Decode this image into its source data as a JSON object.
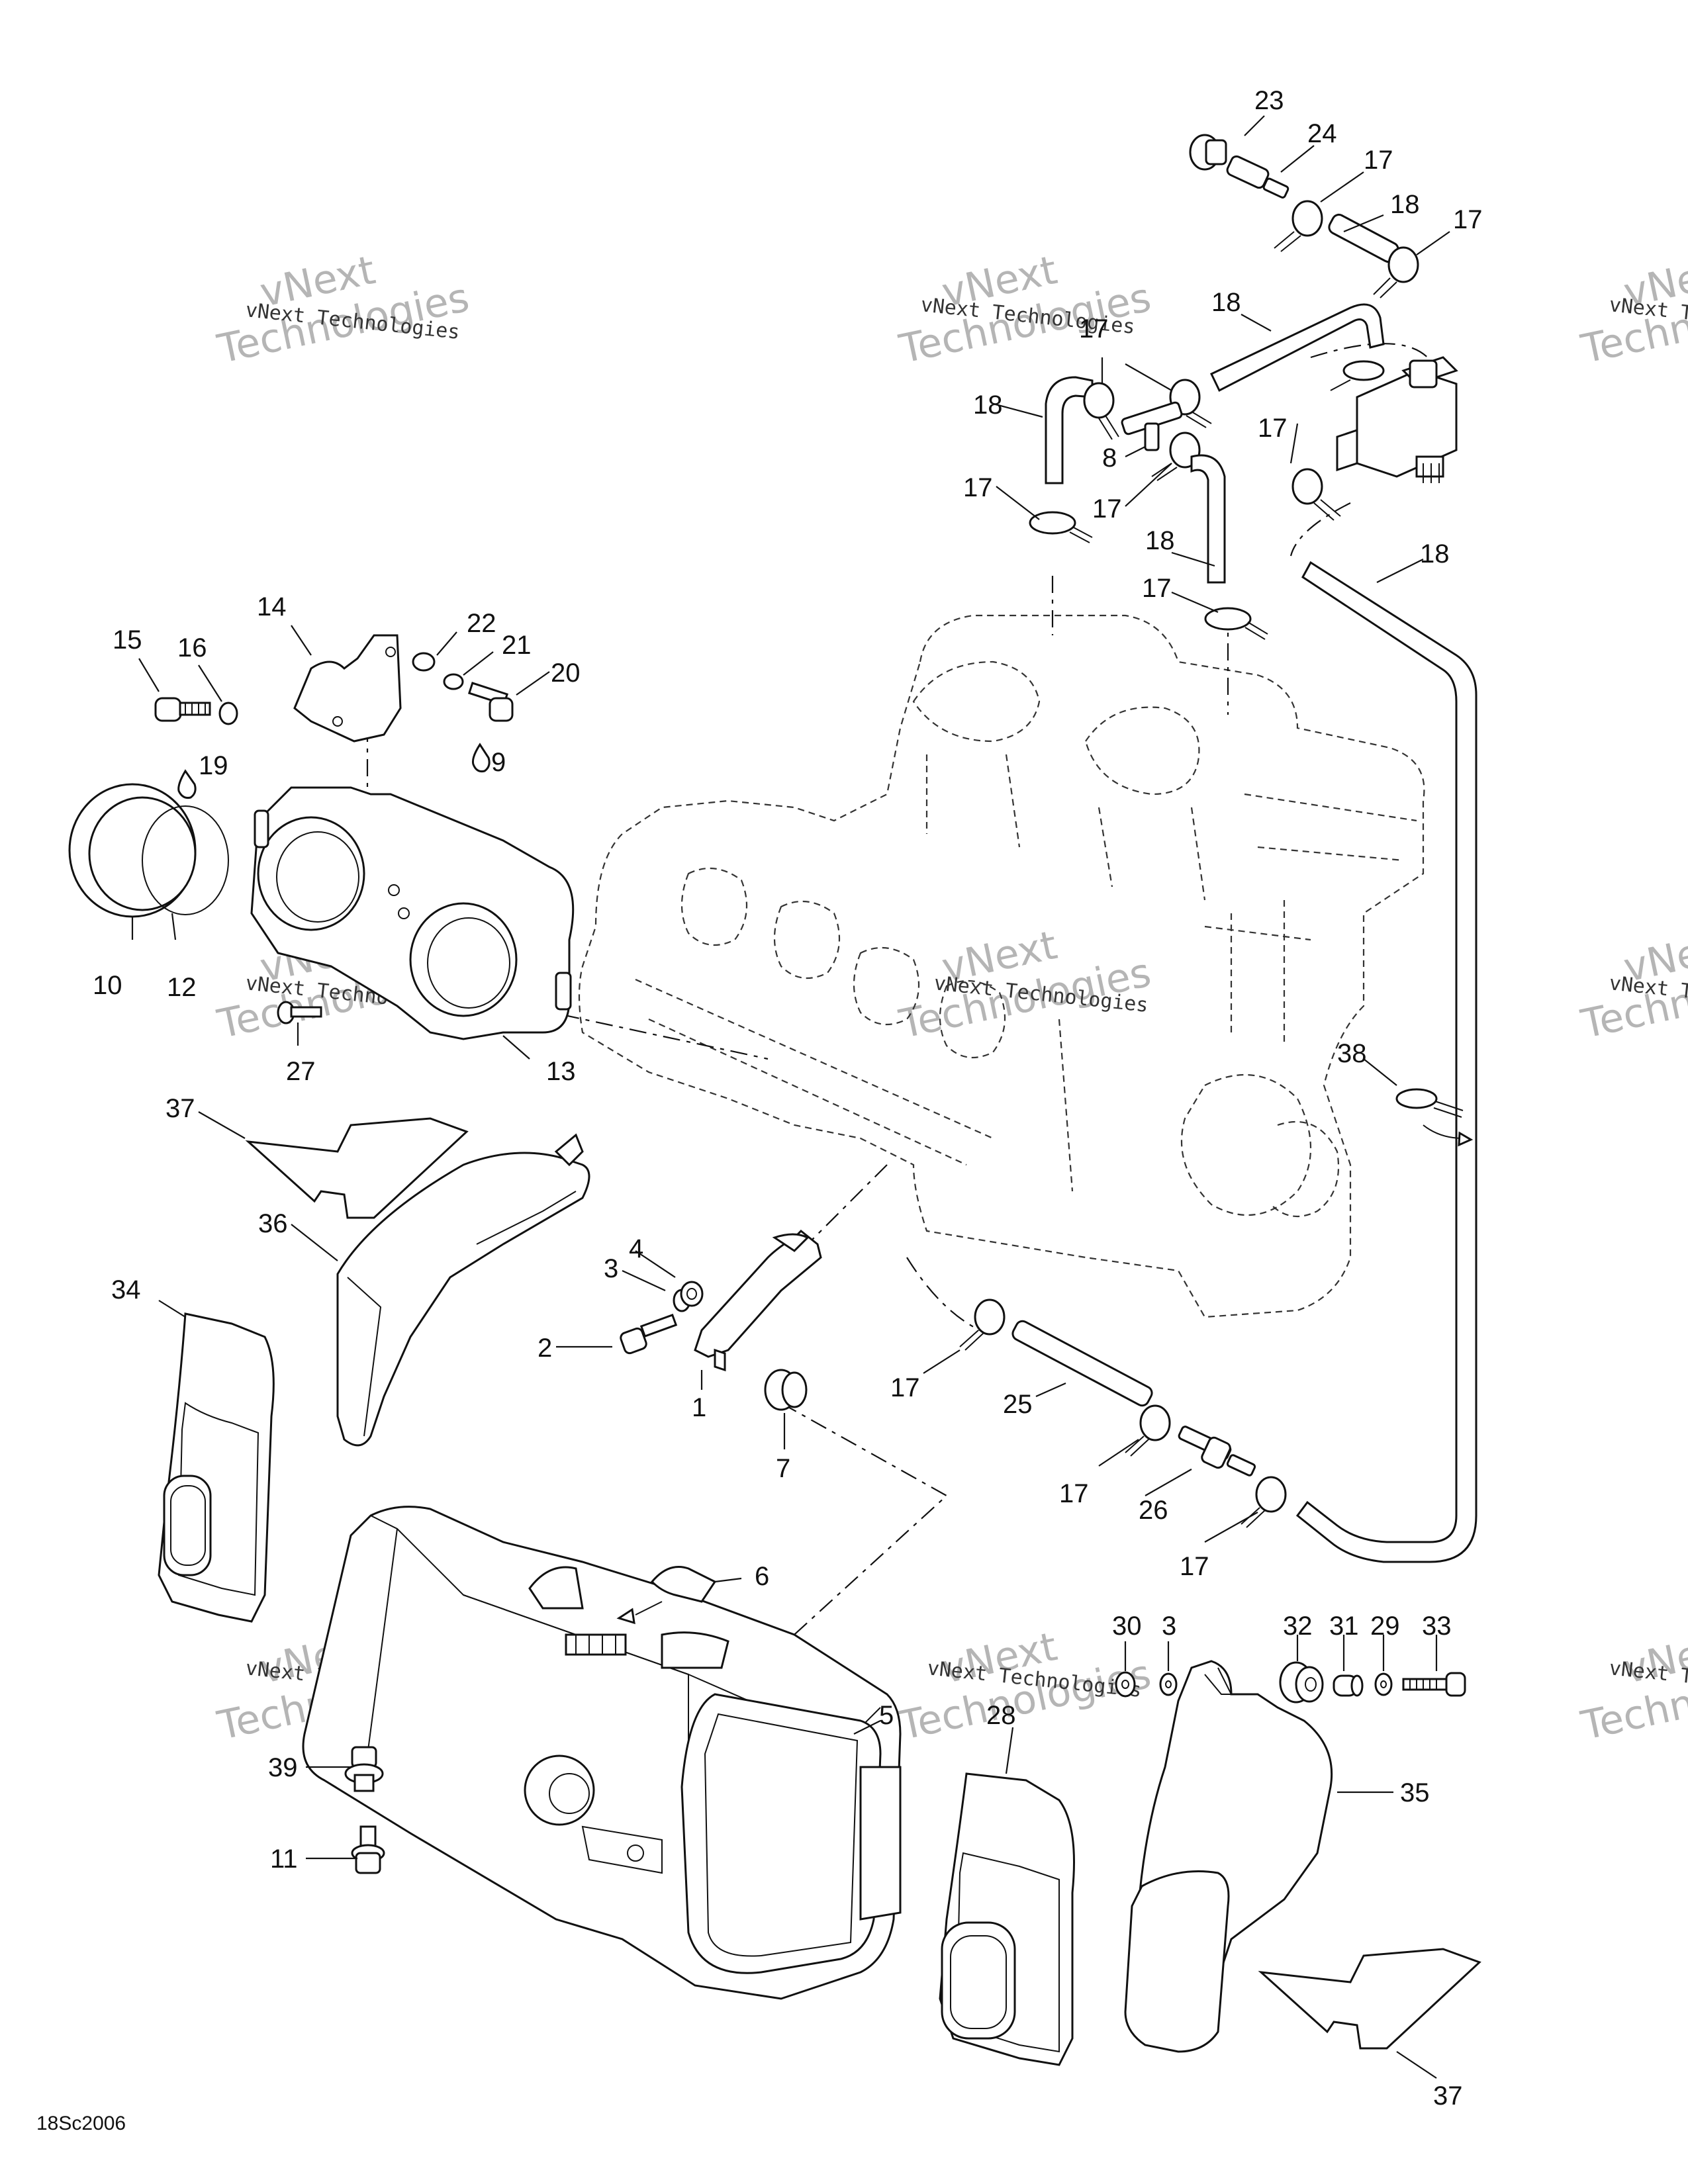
{
  "diagram": {
    "figure_code": "18Sc2006",
    "watermark": {
      "line1": "vNext",
      "line2": "Technologies",
      "small": "vNext Technologies"
    },
    "callouts": [
      {
        "id": "c23a",
        "label": "23"
      },
      {
        "id": "c24",
        "label": "24"
      },
      {
        "id": "c17a",
        "label": "17"
      },
      {
        "id": "c18a",
        "label": "18"
      },
      {
        "id": "c17b",
        "label": "17"
      },
      {
        "id": "c18b",
        "label": "18"
      },
      {
        "id": "c17c",
        "label": "17"
      },
      {
        "id": "c18c",
        "label": "18"
      },
      {
        "id": "c8",
        "label": "8"
      },
      {
        "id": "c17d",
        "label": "17"
      },
      {
        "id": "c17e",
        "label": "17"
      },
      {
        "id": "c17f",
        "label": "17"
      },
      {
        "id": "c18d",
        "label": "18"
      },
      {
        "id": "c17g",
        "label": "17"
      },
      {
        "id": "c18e",
        "label": "18"
      },
      {
        "id": "c14",
        "label": "14"
      },
      {
        "id": "c15",
        "label": "15"
      },
      {
        "id": "c16",
        "label": "16"
      },
      {
        "id": "c22",
        "label": "22"
      },
      {
        "id": "c21",
        "label": "21"
      },
      {
        "id": "c20",
        "label": "20"
      },
      {
        "id": "c9",
        "label": "9"
      },
      {
        "id": "c19",
        "label": "19"
      },
      {
        "id": "c10",
        "label": "10"
      },
      {
        "id": "c12",
        "label": "12"
      },
      {
        "id": "c27",
        "label": "27"
      },
      {
        "id": "c13",
        "label": "13"
      },
      {
        "id": "c37a",
        "label": "37"
      },
      {
        "id": "c38",
        "label": "38"
      },
      {
        "id": "c36",
        "label": "36"
      },
      {
        "id": "c34",
        "label": "34"
      },
      {
        "id": "c4",
        "label": "4"
      },
      {
        "id": "c3a",
        "label": "3"
      },
      {
        "id": "c2",
        "label": "2"
      },
      {
        "id": "c1",
        "label": "1"
      },
      {
        "id": "c7",
        "label": "7"
      },
      {
        "id": "c17h",
        "label": "17"
      },
      {
        "id": "c25",
        "label": "25"
      },
      {
        "id": "c17i",
        "label": "17"
      },
      {
        "id": "c26",
        "label": "26"
      },
      {
        "id": "c17j",
        "label": "17"
      },
      {
        "id": "c6",
        "label": "6"
      },
      {
        "id": "c30",
        "label": "30"
      },
      {
        "id": "c3b",
        "label": "3"
      },
      {
        "id": "c32",
        "label": "32"
      },
      {
        "id": "c31",
        "label": "31"
      },
      {
        "id": "c29",
        "label": "29"
      },
      {
        "id": "c33",
        "label": "33"
      },
      {
        "id": "c5",
        "label": "5"
      },
      {
        "id": "c28",
        "label": "28"
      },
      {
        "id": "c35",
        "label": "35"
      },
      {
        "id": "c39",
        "label": "39"
      },
      {
        "id": "c11",
        "label": "11"
      },
      {
        "id": "c37b",
        "label": "37"
      }
    ]
  }
}
